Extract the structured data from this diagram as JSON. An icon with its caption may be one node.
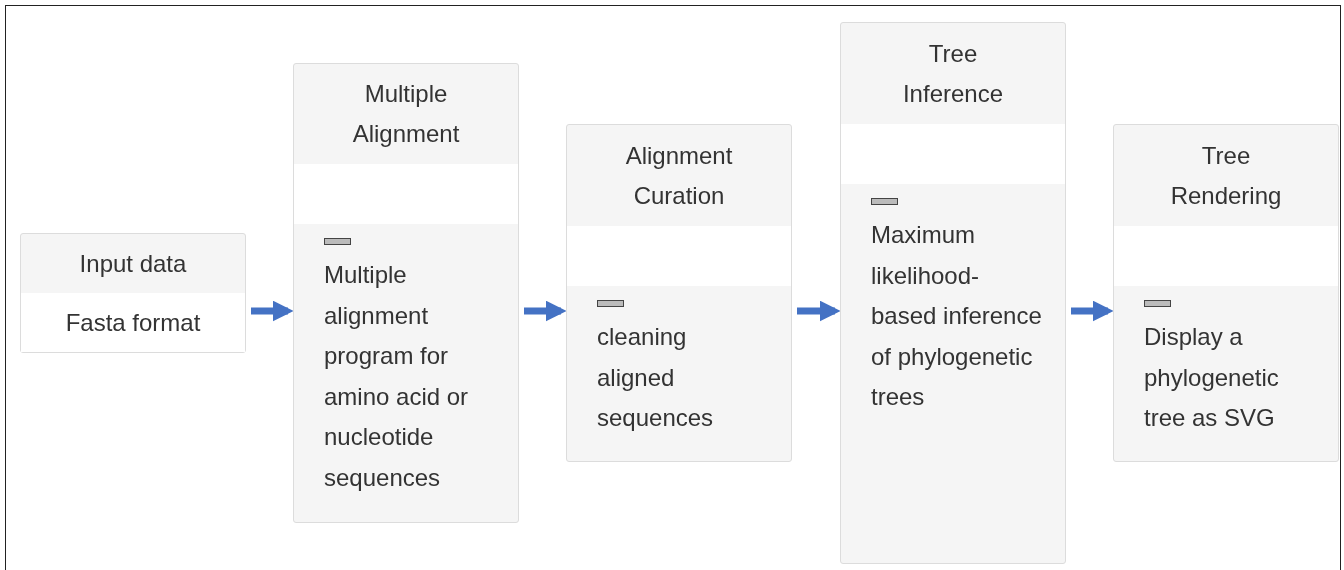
{
  "diagram": {
    "nodes": [
      {
        "text": [
          "Input data"
        ]
      },
      {
        "text": [
          "Fasta format"
        ],
        "in": 0
      },
      {
        "text": [
          "Multiple Alignment",
          "Multiple alignment program for amino acid or nucleotide sequences"
        ]
      },
      {
        "text": [],
        "shape": "box",
        "in": 2
      },
      {
        "text": [
          "Alignment Curation",
          "cleaning aligned sequences"
        ]
      },
      {
        "text": [],
        "shape": "box",
        "in": 4
      },
      {
        "text": [
          "Tree Inference",
          "Maximum likelihood-based inference of phylogenetic trees"
        ]
      },
      {
        "text": [],
        "shape": "box",
        "in": 6
      },
      {
        "text": [
          "Tree Rendering",
          "Display a phylogenetic tree as SVG"
        ]
      },
      {
        "text": [],
        "shape": "box",
        "in": 8
      }
    ],
    "edges": [
      {
        "from": 0,
        "to": 2,
        "arrow": "to"
      },
      {
        "from": 2,
        "to": 4,
        "arrow": "to"
      },
      {
        "from": 4,
        "to": 6,
        "arrow": "to"
      },
      {
        "from": 6,
        "to": 8,
        "arrow": "to"
      }
    ]
  }
}
